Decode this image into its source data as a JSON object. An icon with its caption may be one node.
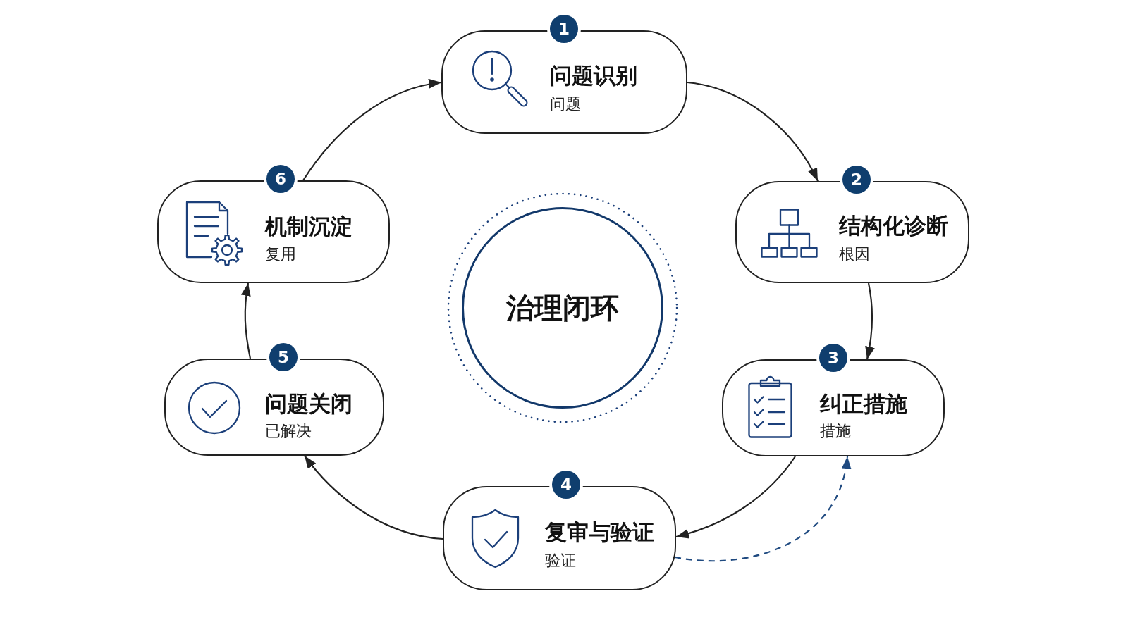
{
  "diagram": {
    "nodes": [
      {
        "text": [
          "问题识别",
          "问题"
        ],
        "beside": [
          "1"
        ]
      },
      {
        "text": [
          "结构化诊断",
          "根因"
        ],
        "beside": [
          "2"
        ]
      },
      {
        "text": [
          "纠正措施",
          "措施"
        ],
        "beside": [
          "3"
        ]
      },
      {
        "text": [
          "复审与验证",
          "验证"
        ],
        "beside": [
          "4"
        ]
      },
      {
        "text": [
          "问题关闭",
          "已解决"
        ],
        "beside": [
          "5"
        ]
      },
      {
        "text": [
          "机制沉淀",
          "复用"
        ],
        "beside": [
          "6"
        ]
      },
      {
        "text": [
          "治理闭环"
        ]
      }
    ],
    "edges": [
      {
        "from": 0,
        "to": 1,
        "arrow": "to"
      },
      {
        "from": 1,
        "to": 2,
        "arrow": "to"
      },
      {
        "from": 2,
        "to": 3,
        "arrow": "to"
      },
      {
        "from": 3,
        "to": 2,
        "arrow": "to",
        "style": "dashed",
        "color": "#1f4a80"
      },
      {
        "from": 3,
        "to": 4,
        "arrow": "to"
      },
      {
        "from": 4,
        "to": 5,
        "arrow": "to"
      },
      {
        "from": 5,
        "to": 0,
        "arrow": "to"
      }
    ]
  }
}
